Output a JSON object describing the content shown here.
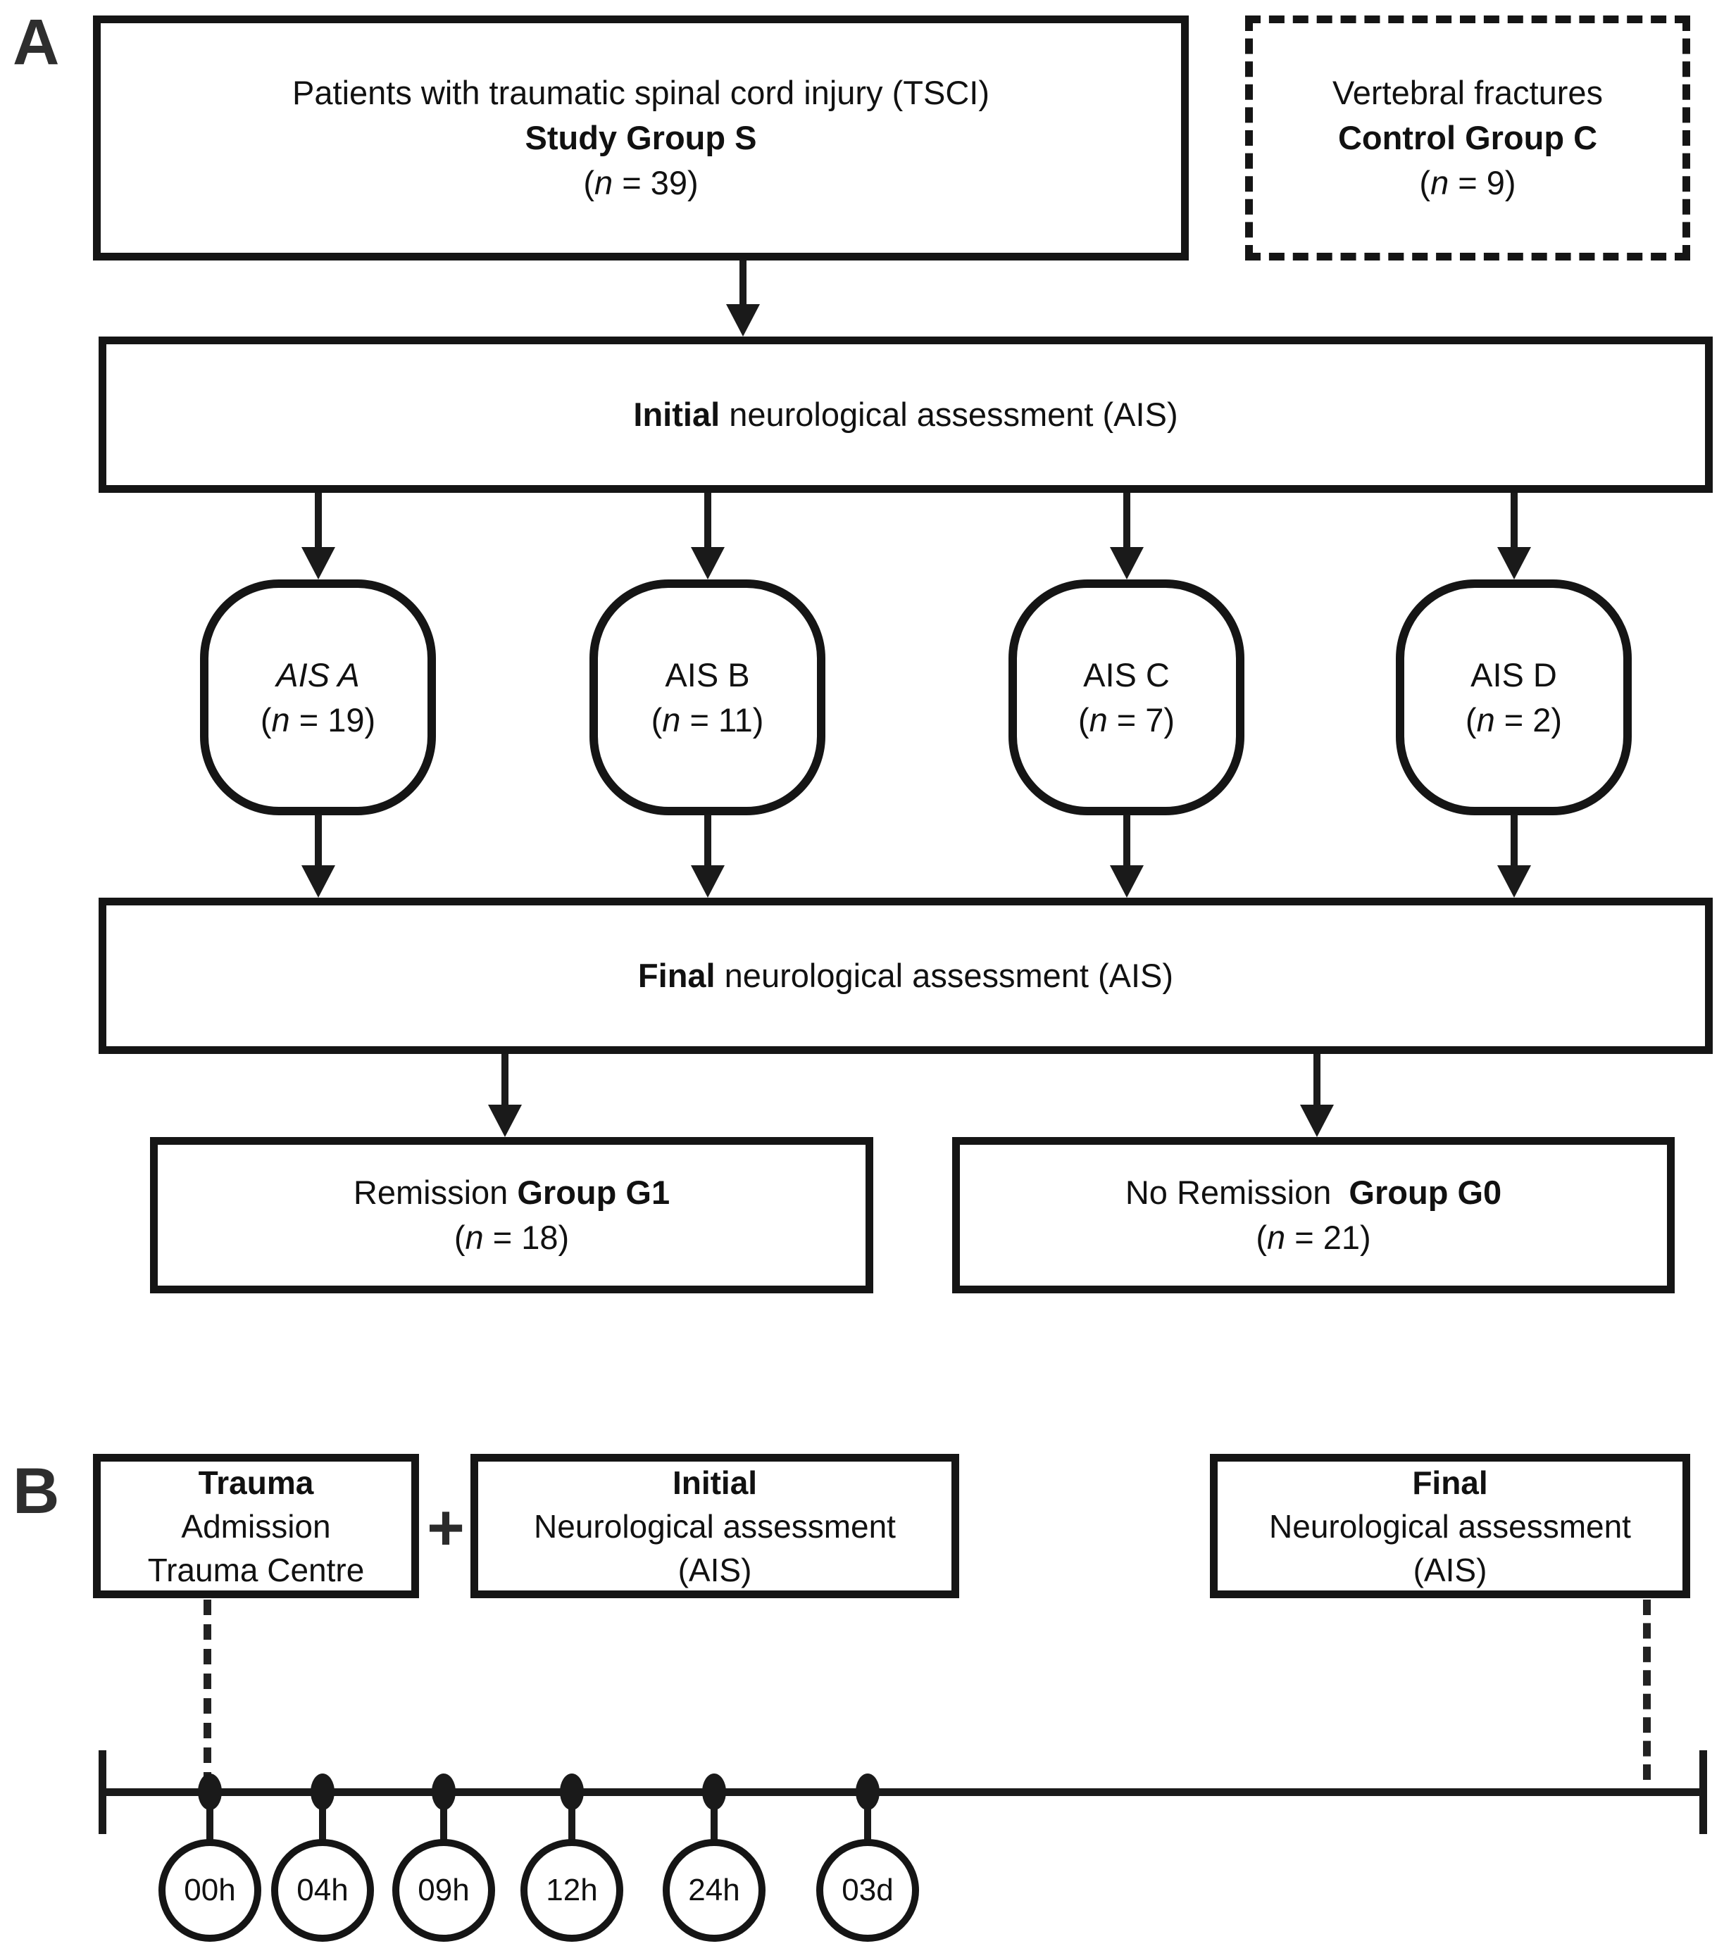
{
  "colors": {
    "ink": "#1a1a1a",
    "panel_label": "#2e2e2e",
    "background": "#ffffff"
  },
  "panel_a": {
    "label": "A",
    "study_box": {
      "line1": "Patients with traumatic spinal cord injury (TSCI)",
      "line2": "Study Group S",
      "n": {
        "open": "(",
        "var": "n",
        "rest": " = 39)"
      }
    },
    "control_box": {
      "line1": "Vertebral fractures",
      "line2": "Control Group C",
      "n": {
        "open": "(",
        "var": "n",
        "rest": " = 9)"
      }
    },
    "initial_box": {
      "bold": "Initial",
      "rest": " neurological assessment (AIS)"
    },
    "final_box": {
      "bold": "Final",
      "rest": " neurological assessment (AIS)"
    },
    "ais_circles": [
      {
        "title": "AIS A",
        "n": {
          "open": "(",
          "var": "n",
          "rest": " = 19)"
        }
      },
      {
        "title": "AIS B",
        "n": {
          "open": "(",
          "var": "n",
          "rest": " = 11)"
        }
      },
      {
        "title": "AIS C",
        "n": {
          "open": "(",
          "var": "n",
          "rest": " = 7)"
        }
      },
      {
        "title": "AIS D",
        "n": {
          "open": "(",
          "var": "n",
          "rest": " = 2)"
        }
      }
    ],
    "remission_box": {
      "normal": "Remission ",
      "bold": "Group G1",
      "n": {
        "open": "(",
        "var": "n",
        "rest": " = 18)"
      }
    },
    "no_remission_box": {
      "normal": "No Remission ",
      "bold": "Group G0",
      "n": {
        "open": "(",
        "var": "n",
        "rest": " = 21)"
      }
    }
  },
  "panel_b": {
    "label": "B",
    "trauma_box": {
      "line1": "Trauma",
      "line2": "Admission",
      "line3": "Trauma Centre"
    },
    "plus": "+",
    "initial_box": {
      "line1": "Initial",
      "line2": "Neurological assessment",
      "line3": "(AIS)"
    },
    "final_box": {
      "line1": "Final",
      "line2": "Neurological assessment",
      "line3": "(AIS)"
    },
    "timeline": {
      "ticks": [
        "00h",
        "04h",
        "09h",
        "12h",
        "24h",
        "03d"
      ]
    }
  }
}
